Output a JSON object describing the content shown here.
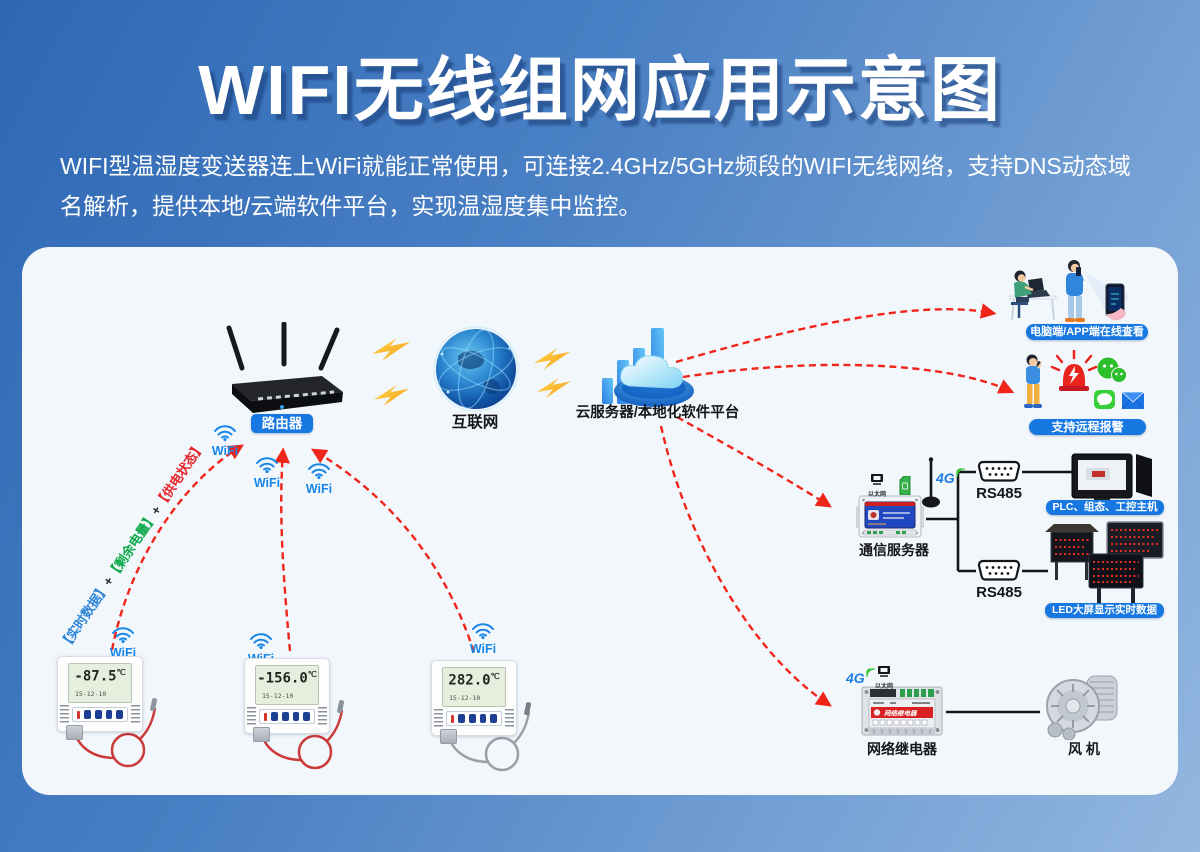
{
  "header": {
    "title": "WIFI无线组网应用示意图",
    "description": "WIFI型温湿度变送器连上WiFi就能正常使用，可连接2.4GHz/5GHz频段的WIFI无线网络，支持DNS动态域名解析，提供本地/云端软件平台，实现温湿度集中监控。"
  },
  "diagram": {
    "wifi_label": "WiFi",
    "router": {
      "label": "路由器"
    },
    "internet": {
      "label": "互联网"
    },
    "cloud": {
      "label": "云服务器/本地化软件平台"
    },
    "viewers": {
      "label": "电脑端/APP端在线查看"
    },
    "alarm": {
      "label": "支持远程报警"
    },
    "comm_server": {
      "label": "通信服务器",
      "badge_4g": "4G",
      "ethernet": "以太网",
      "rs485_top": "RS485",
      "rs485_bottom": "RS485"
    },
    "plc": {
      "label": "PLC、组态、工控主机"
    },
    "led": {
      "label": "LED大屏显示实时数据"
    },
    "relay": {
      "label": "网络继电器",
      "device_text": "网络继电器",
      "badge_4g": "4G",
      "ethernet": "以太网"
    },
    "fan": {
      "label": "风 机"
    },
    "caption": {
      "realtime": "【实时数据】",
      "plus1": "+",
      "battery": "【剩余电量】",
      "plus2": "+",
      "power": "【供电状态】"
    },
    "sensors": [
      {
        "temp": "-87.5",
        "unit": "℃",
        "date": "15-12-10"
      },
      {
        "temp": "-156.0",
        "unit": "℃",
        "date": "15-12-10"
      },
      {
        "temp": "282.0",
        "unit": "℃",
        "date": "15-12-10"
      }
    ],
    "colors": {
      "pill_blue": "#1678e0",
      "dashed_red": "#f0251a",
      "wifi_blue": "#1686e8",
      "caption_blue": "#2e86d8",
      "caption_green": "#0faa4b",
      "caption_red": "#e8262a",
      "alarm_red": "#e8241c",
      "wechat_green": "#2bbf2b",
      "envelope_blue": "#1a74e4"
    }
  }
}
